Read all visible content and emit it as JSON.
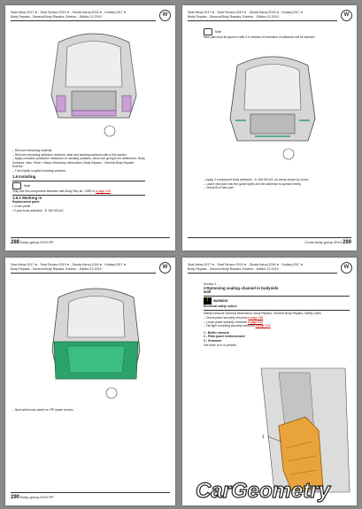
{
  "header": {
    "models": "Seat Ateca 2017 ➤ , Seat Tarraco 2019 ➤ , Skoda Karoq 2018 ➤ , Kodiaq 2017 ➤",
    "title": "Body Repairs - General Body Repairs, Exterior - Edition 12.2019"
  },
  "p1": {
    "text_lines": [
      "– Remove remaining material.",
      "– Remove remaining adhesive residues, stick and sanding surfaces with a fine sander.",
      "– Apply corrosion protection measures on sanding surfaces, which are going to be adhered to. Body Surfaces, Wax, Paint ⇒ Basic Workshop Information; Body Repairs - General Body Repairs, Exterior.",
      "– Then lightly roughen bonding surfaces."
    ],
    "section_num": "1.6",
    "section_title": "Installing",
    "note_label": "Note",
    "note_text": "Only use two-component adhesive with Body Rep kit - DBR in ",
    "note_link": "a page 245",
    "sub_num": "1.6.1",
    "sub_title": "Working in",
    "sub_title2": "Replacement parts",
    "items": [
      "• Cross panel",
      "• 2-part body adhesive - D 180 000 A2-"
    ],
    "footer_num": "288",
    "footer_text": "Body-group-2019 RP"
  },
  "p2": {
    "note_label": "Note",
    "note_text": "New part must be glued in with 2.5 minutes of extension of adhesive will be injected.",
    "items": [
      "– Apply 2-component body adhesive - D 180 000 A2- on areas shown by arrow",
      "– Lower new part onto the guide lights and the adhesive to spread evenly.",
      "– Check fit of new part."
    ],
    "footer_num": "289",
    "footer_text": "Cross body group 2019"
  },
  "p3": {
    "text_lines": [
      "– Spot weld cross panel ex. RP repair version."
    ],
    "footer_num": "290",
    "footer_text": "Body-group-2019 RP"
  },
  "p4": {
    "section_label": "Section 2 ...",
    "section_num": "2",
    "section_title": "Removing sealing channel in bodyside",
    "section_title2": "wall",
    "warn_label": "WARNING",
    "warn_sub": "Electrical safety notice!",
    "lines": [
      "Safety measure General Information, Body Repairs, General Body Repairs, Safety notes",
      "– Check panel securely removed ",
      "– Loose panel securely removed ",
      "– Tail light mounting securely removed "
    ],
    "links": [
      "a page 238",
      "a page 234",
      "a page 233"
    ],
    "step1": "1 - Buffer element",
    "step2": "2 - Pillar panel reinforcement",
    "step3": "3 - Grommet",
    "step3_text": "Hot mark on it in presets.",
    "callout": "1"
  },
  "brand": {
    "logo_text": "CarGeometry",
    "colors": {
      "accent": "#2ca36b",
      "orange": "#e8a33a",
      "panel": "#b8b8b8"
    }
  }
}
